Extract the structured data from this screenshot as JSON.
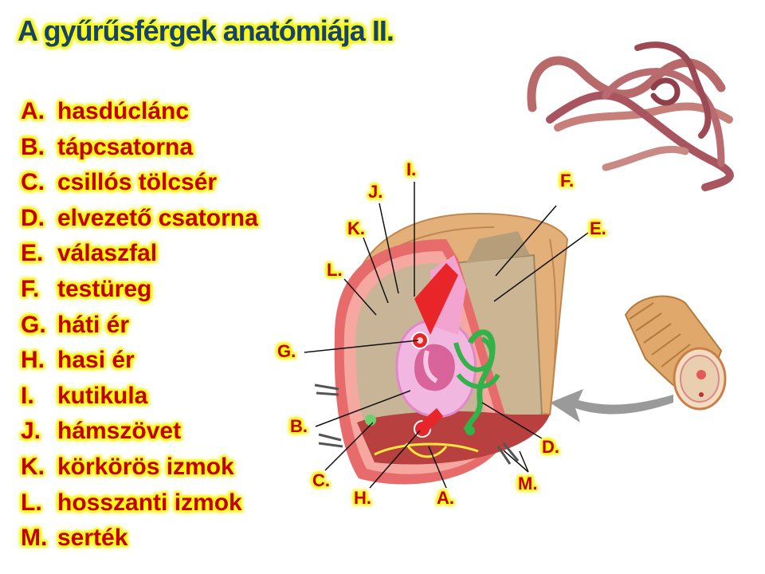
{
  "title": "A gyűrűsférgek anatómiája II.",
  "legend": [
    {
      "letter": "A.",
      "text": "hasdúclánc"
    },
    {
      "letter": "B.",
      "text": "tápcsatorna"
    },
    {
      "letter": "C.",
      "text": "csillós tölcsér"
    },
    {
      "letter": "D.",
      "text": "elvezető csatorna"
    },
    {
      "letter": "E.",
      "text": "válaszfal"
    },
    {
      "letter": "F.",
      "text": "testüreg"
    },
    {
      "letter": "G.",
      "text": "háti ér"
    },
    {
      "letter": "H.",
      "text": "hasi ér"
    },
    {
      "letter": "I.",
      "text": "kutikula"
    },
    {
      "letter": "J.",
      "text": "hámszövet"
    },
    {
      "letter": "K.",
      "text": "körkörös izmok"
    },
    {
      "letter": "L.",
      "text": "hosszanti izmok"
    },
    {
      "letter": "M.",
      "text": "serték"
    }
  ],
  "labels": {
    "I": "I.",
    "J": "J.",
    "K": "K.",
    "L": "L.",
    "F": "F.",
    "E": "E.",
    "G": "G.",
    "B": "B.",
    "C": "C.",
    "H": "H.",
    "A": "A.",
    "D": "D.",
    "M": "M."
  },
  "colors": {
    "title": "#15426e",
    "label": "#c40000",
    "glow": "#ffff00"
  }
}
